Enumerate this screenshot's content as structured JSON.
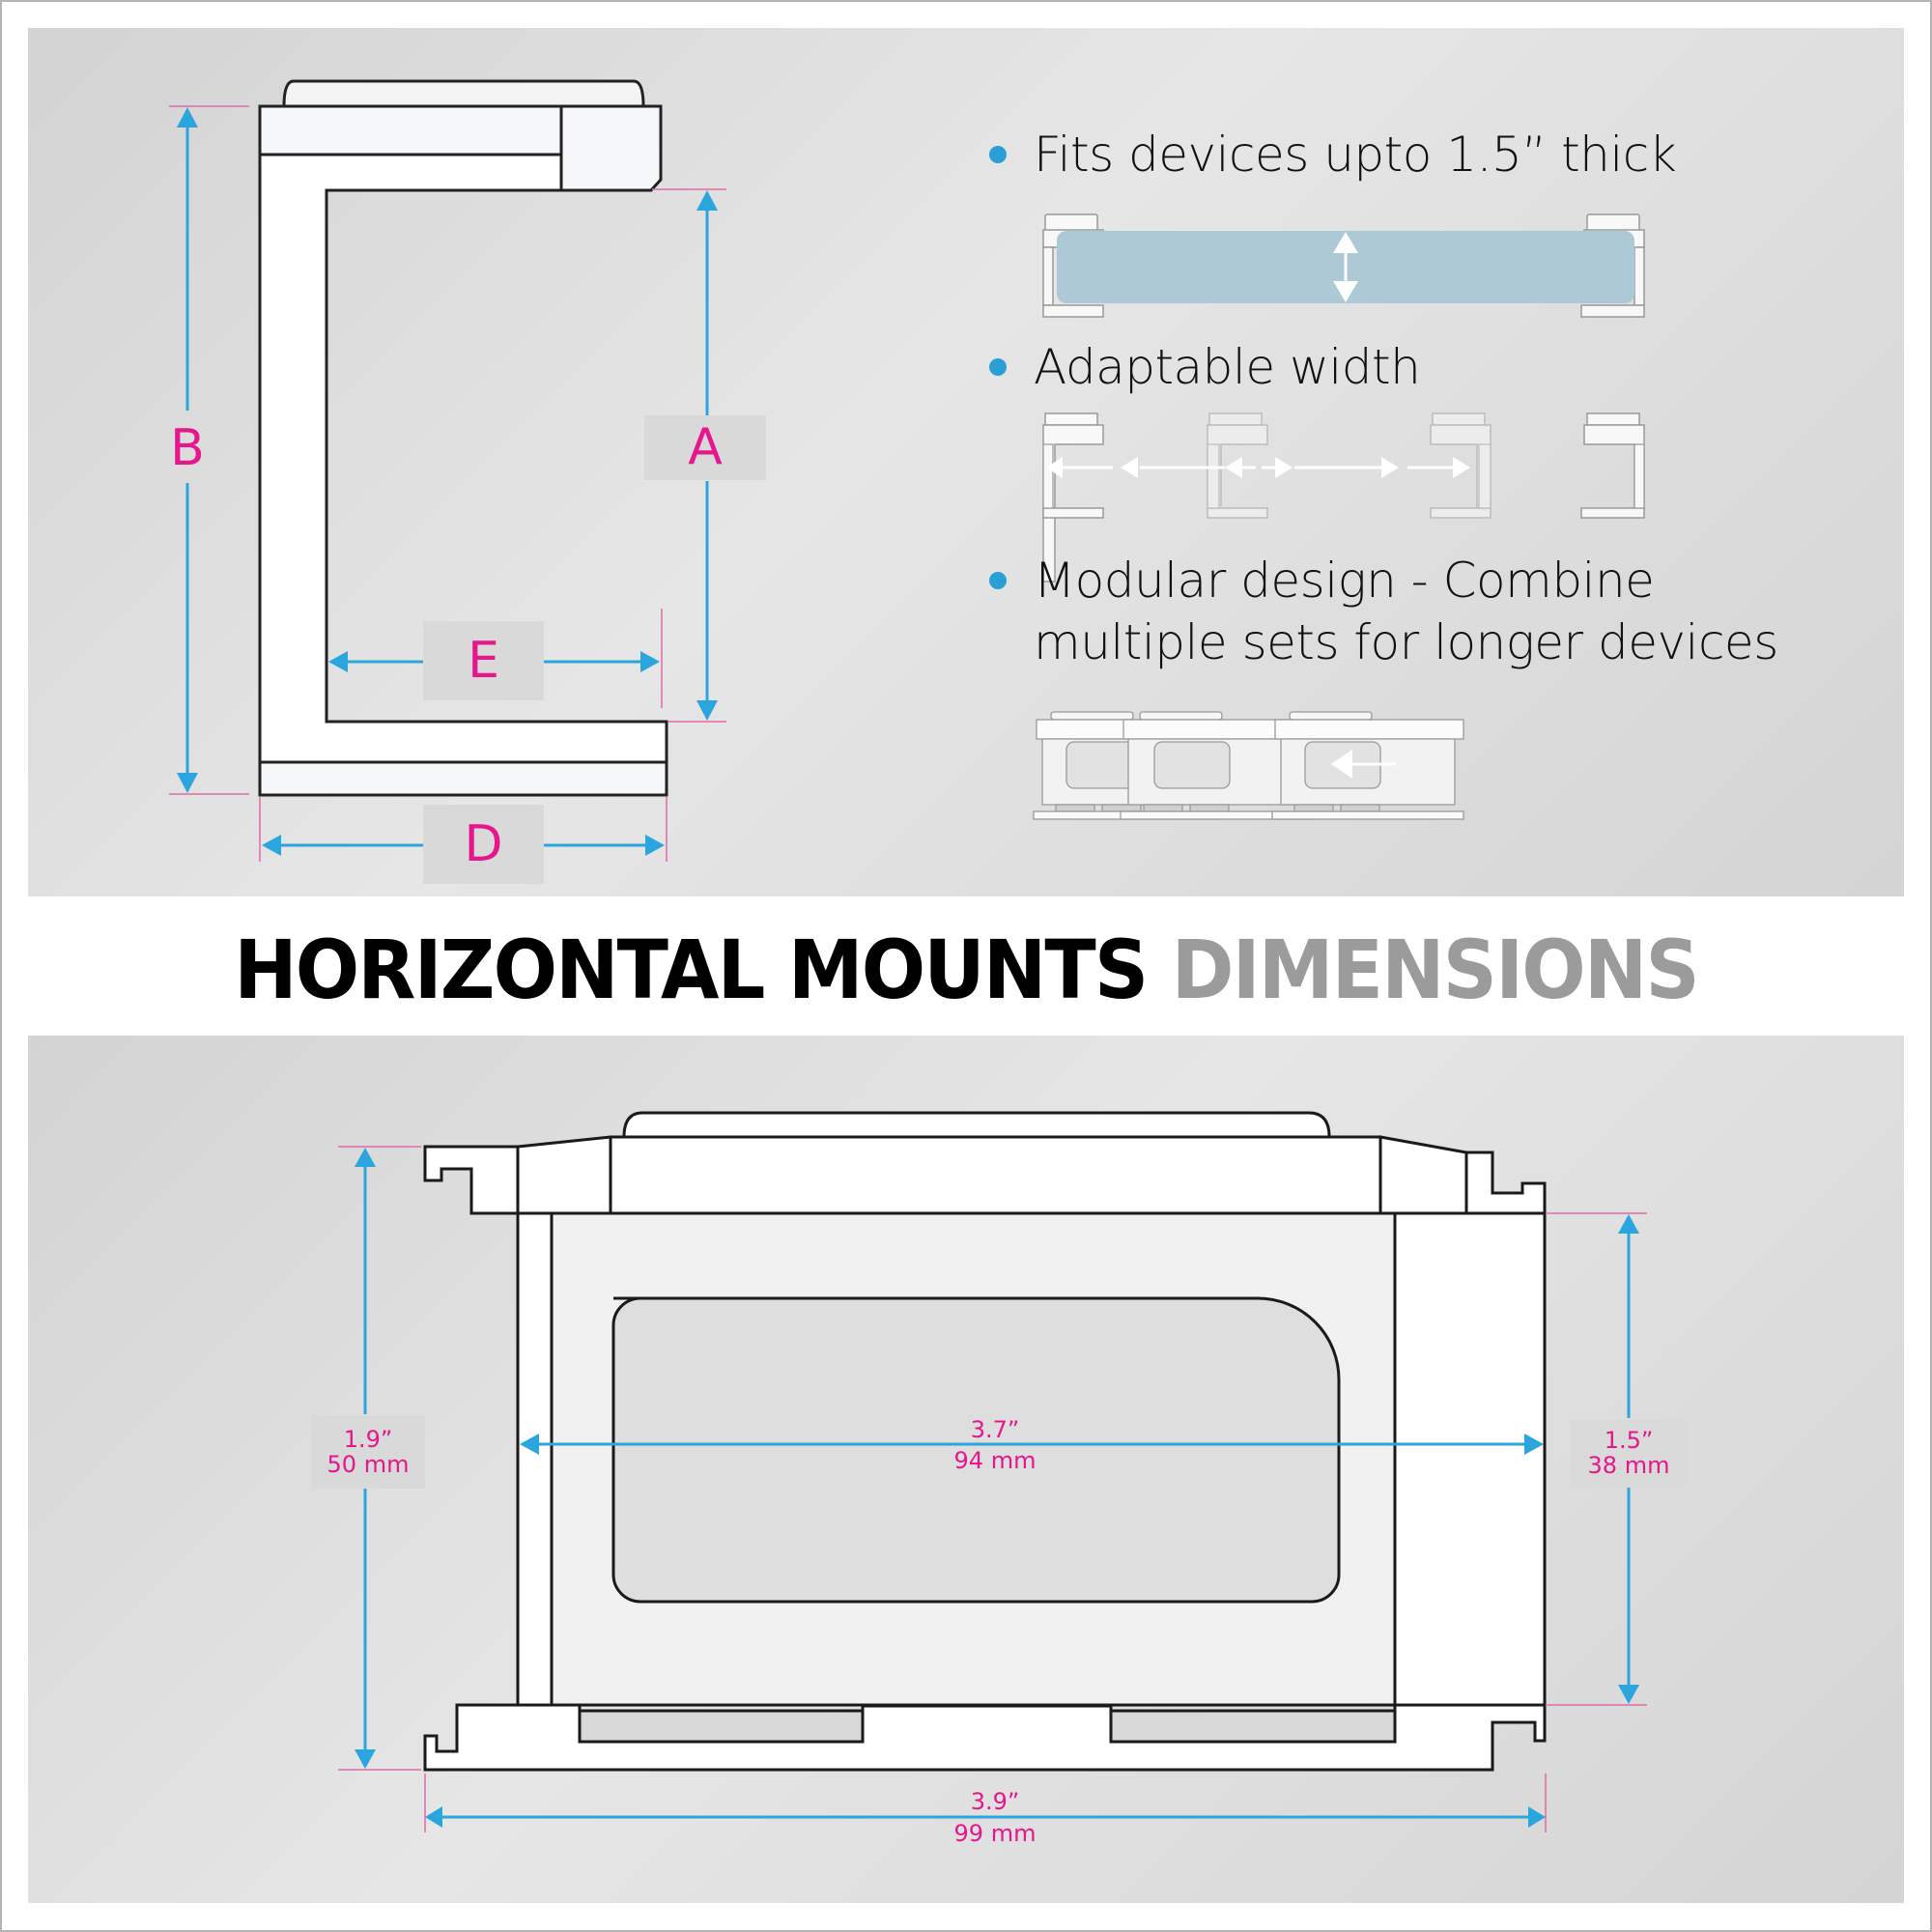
{
  "title": {
    "primary": "HORIZONTAL MOUNTS",
    "secondary": "DIMENSIONS"
  },
  "features": [
    {
      "text": "Fits devices upto 1.5” thick",
      "illustration": "device-thickness"
    },
    {
      "text": "Adaptable width",
      "illustration": "adaptable-width-arrows"
    },
    {
      "text_line1": "Modular design - Combine",
      "text_line2": "multiple sets for longer devices",
      "illustration": "modular-combine"
    }
  ],
  "side_view_labels": {
    "A": "A",
    "B": "B",
    "D": "D",
    "E": "E"
  },
  "front_view_dimensions": {
    "overall_height": {
      "inch": "1.9”",
      "mm": "50 mm"
    },
    "inner_height": {
      "inch": "1.5”",
      "mm": "38 mm"
    },
    "inner_width": {
      "inch": "3.7”",
      "mm": "94 mm"
    },
    "overall_width": {
      "inch": "3.9”",
      "mm": "99 mm"
    }
  },
  "colors": {
    "dimension_arrow": "#2aa5dd",
    "dimension_label": "#e6168c",
    "bullet": "#2a9fd6",
    "device": "#a9c9d6",
    "panel": "#d8d8d8"
  }
}
